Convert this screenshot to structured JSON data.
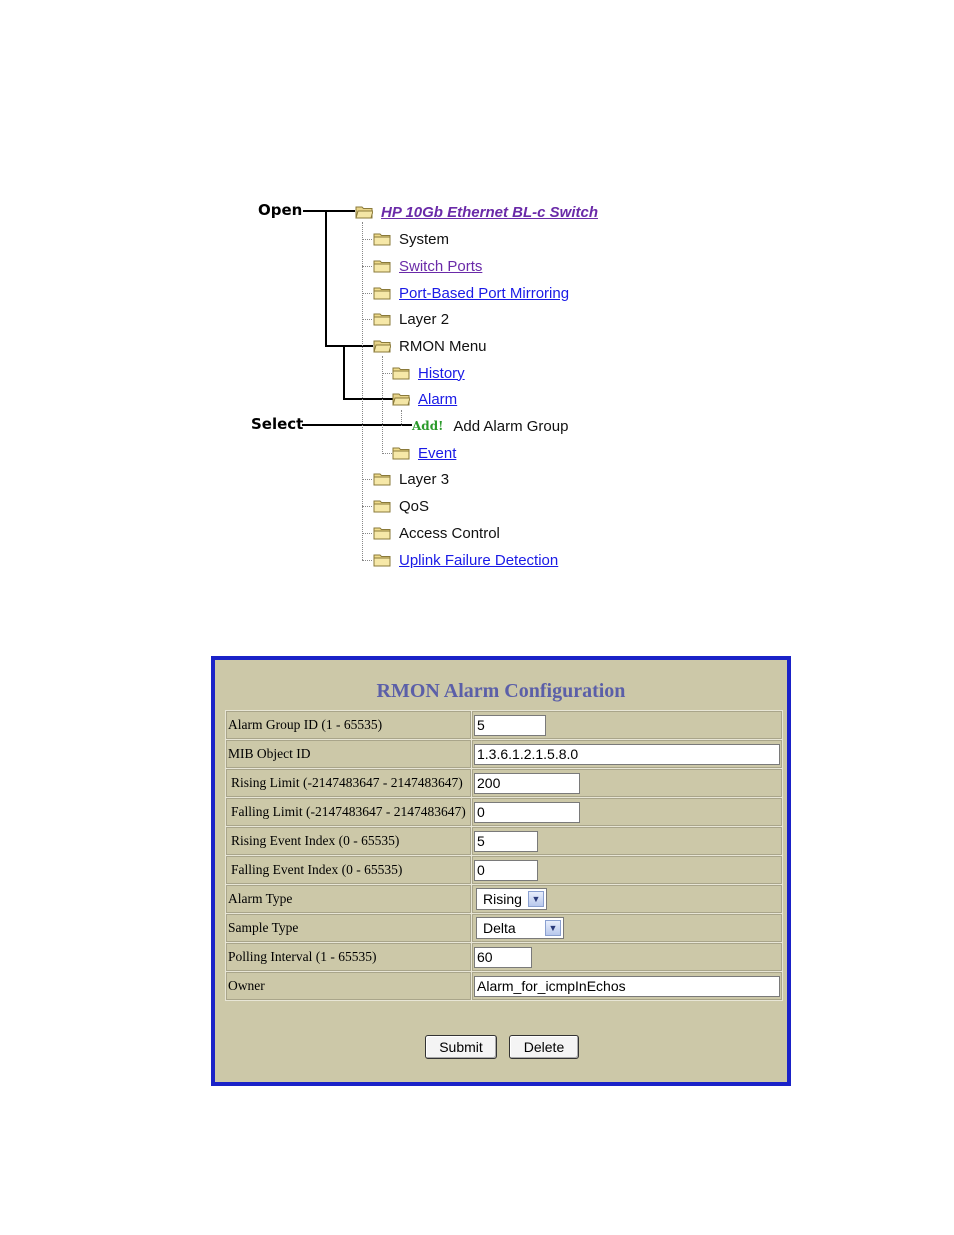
{
  "callouts": {
    "open": "Open",
    "select": "Select"
  },
  "tree": {
    "root": "HP 10Gb Ethernet BL-c Switch",
    "system": "System",
    "switch_ports": "Switch Ports",
    "port_mirroring": "Port-Based Port Mirroring",
    "layer2": "Layer 2",
    "rmon_menu": "RMON Menu",
    "history": "History",
    "alarm": "Alarm",
    "add_badge": "Add!",
    "add_alarm_group": "Add Alarm Group",
    "event": "Event",
    "layer3": "Layer 3",
    "qos": "QoS",
    "access_control": "Access Control",
    "uplink_failure": "Uplink Failure Detection"
  },
  "form": {
    "title": "RMON Alarm Configuration",
    "rows": {
      "alarm_group_id": {
        "label": "Alarm Group ID (1 - 65535)",
        "value": "5"
      },
      "mib_object_id": {
        "label": "MIB Object ID",
        "value": "1.3.6.1.2.1.5.8.0"
      },
      "rising_limit": {
        "label": "Rising Limit (-2147483647 - 2147483647)",
        "value": "200"
      },
      "falling_limit": {
        "label": "Falling Limit (-2147483647 - 2147483647)",
        "value": "0"
      },
      "rising_event_index": {
        "label": "Rising Event Index (0 - 65535)",
        "value": "5"
      },
      "falling_event_index": {
        "label": "Falling Event Index (0 - 65535)",
        "value": "0"
      },
      "alarm_type": {
        "label": "Alarm Type",
        "value": "Rising"
      },
      "sample_type": {
        "label": "Sample Type",
        "value": "Delta"
      },
      "polling_interval": {
        "label": "Polling Interval (1 - 65535)",
        "value": "60"
      },
      "owner": {
        "label": "Owner",
        "value": "Alarm_for_icmpInEchos"
      }
    },
    "submit_label": "Submit",
    "delete_label": "Delete"
  }
}
